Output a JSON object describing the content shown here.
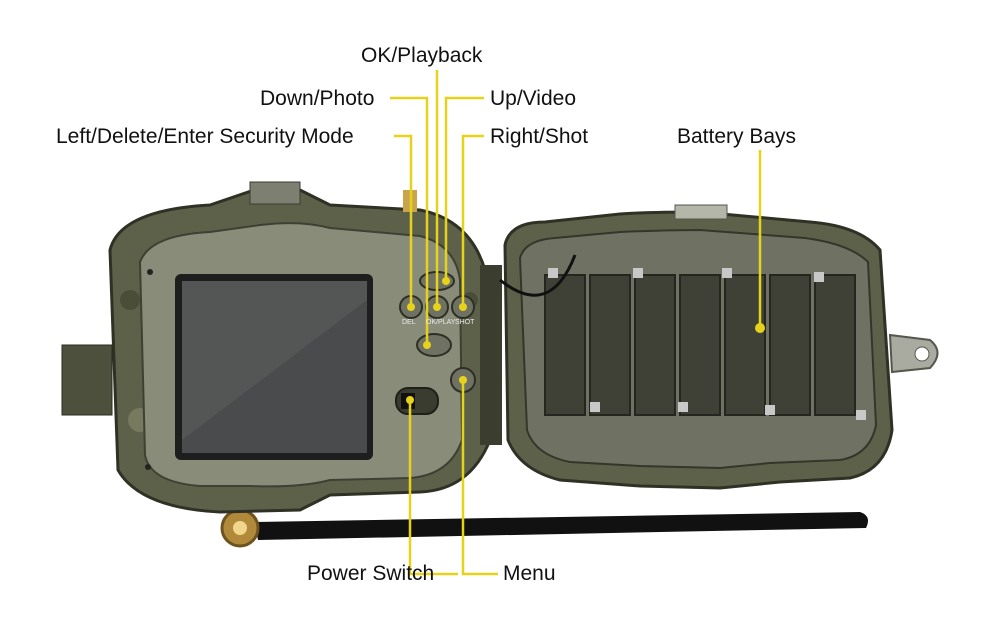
{
  "callouts": {
    "ok_playback": "OK/Playback",
    "down_photo": "Down/Photo",
    "up_video": "Up/Video",
    "left_delete": "Left/Delete/Enter Security Mode",
    "right_shot": "Right/Shot",
    "battery_bays": "Battery Bays",
    "power_switch": "Power Switch",
    "menu": "Menu"
  },
  "button_marks": {
    "del": "DEL",
    "ok": "OK/PLAY",
    "right": "SHOT"
  },
  "colors": {
    "callout_line": "#e6d21a",
    "camo": "#5e614a",
    "case_inner": "#8a8c7a",
    "door_inner": "#6f7263",
    "screen": "#2b2b2b"
  }
}
